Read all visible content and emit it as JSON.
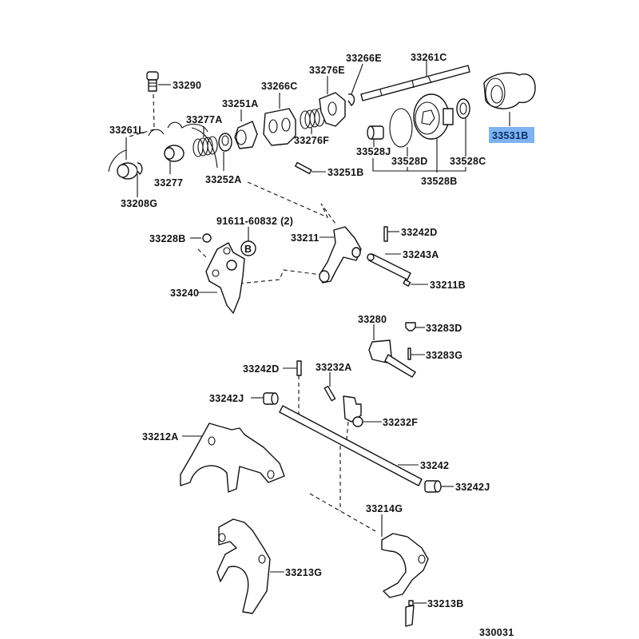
{
  "diagram": {
    "title_code": "330031",
    "highlight_color": "#7fb2f0",
    "labels": {
      "p33290": "33290",
      "p33261L": "33261L",
      "p33277A": "33277A",
      "p33251A": "33251A",
      "p33266C": "33266C",
      "p33276E": "33276E",
      "p33266E": "33266E",
      "p33261C": "33261C",
      "p33531B": "33531B",
      "p33276F": "33276F",
      "p33277": "33277",
      "p33252A": "33252A",
      "p33208G": "33208G",
      "p33528J": "33528J",
      "p33528D": "33528D",
      "p33528C": "33528C",
      "p33528B": "33528B",
      "p33251B": "33251B",
      "p91611": "91611-60832 (2)",
      "pB": "B",
      "p33228B": "33228B",
      "p33240": "33240",
      "p33211": "33211",
      "p33242D_top": "33242D",
      "p33243A": "33243A",
      "p33211B": "33211B",
      "p33280": "33280",
      "p33283D": "33283D",
      "p33283G": "33283G",
      "p33242D": "33242D",
      "p33232A": "33232A",
      "p33242J_left": "33242J",
      "p33232F": "33232F",
      "p33212A": "33212A",
      "p33242": "33242",
      "p33242J_right": "33242J",
      "p33214G": "33214G",
      "p33213G": "33213G",
      "p33213B": "33213B"
    }
  }
}
